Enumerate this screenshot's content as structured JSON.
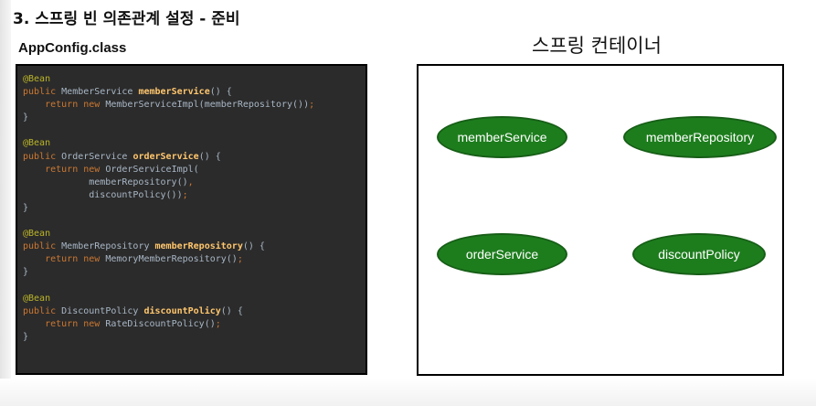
{
  "slide": {
    "title": "3. 스프링 빈 의존관계 설정 - 준비"
  },
  "code": {
    "caption": "AppConfig.class",
    "lines": [
      [
        [
          "ann",
          "@Bean"
        ]
      ],
      [
        [
          "kw",
          "public "
        ],
        [
          "p",
          "MemberService "
        ],
        [
          "fn",
          "memberService"
        ],
        [
          "p",
          "() {"
        ]
      ],
      [
        [
          "p",
          "    "
        ],
        [
          "kw",
          "return new "
        ],
        [
          "p",
          "MemberServiceImpl(memberRepository())"
        ],
        [
          "punc",
          ";"
        ]
      ],
      [
        [
          "p",
          "}"
        ]
      ],
      [
        [
          "p",
          ""
        ]
      ],
      [
        [
          "ann",
          "@Bean"
        ]
      ],
      [
        [
          "kw",
          "public "
        ],
        [
          "p",
          "OrderService "
        ],
        [
          "fn",
          "orderService"
        ],
        [
          "p",
          "() {"
        ]
      ],
      [
        [
          "p",
          "    "
        ],
        [
          "kw",
          "return new "
        ],
        [
          "p",
          "OrderServiceImpl("
        ]
      ],
      [
        [
          "p",
          "            memberRepository()"
        ],
        [
          "punc",
          ","
        ]
      ],
      [
        [
          "p",
          "            discountPolicy())"
        ],
        [
          "punc",
          ";"
        ]
      ],
      [
        [
          "p",
          "}"
        ]
      ],
      [
        [
          "p",
          ""
        ]
      ],
      [
        [
          "ann",
          "@Bean"
        ]
      ],
      [
        [
          "kw",
          "public "
        ],
        [
          "p",
          "MemberRepository "
        ],
        [
          "fn",
          "memberRepository"
        ],
        [
          "p",
          "() {"
        ]
      ],
      [
        [
          "p",
          "    "
        ],
        [
          "kw",
          "return new "
        ],
        [
          "p",
          "MemoryMemberRepository()"
        ],
        [
          "punc",
          ";"
        ]
      ],
      [
        [
          "p",
          "}"
        ]
      ],
      [
        [
          "p",
          ""
        ]
      ],
      [
        [
          "ann",
          "@Bean"
        ]
      ],
      [
        [
          "kw",
          "public "
        ],
        [
          "p",
          "DiscountPolicy "
        ],
        [
          "fn",
          "discountPolicy"
        ],
        [
          "p",
          "() {"
        ]
      ],
      [
        [
          "p",
          "    "
        ],
        [
          "kw",
          "return new "
        ],
        [
          "p",
          "RateDiscountPolicy()"
        ],
        [
          "punc",
          ";"
        ]
      ],
      [
        [
          "p",
          "}"
        ]
      ]
    ]
  },
  "container": {
    "title": "스프링 컨테이너",
    "beans": {
      "member_service": "memberService",
      "member_repository": "memberRepository",
      "order_service": "orderService",
      "discount_policy": "discountPolicy"
    }
  },
  "colors": {
    "bean_fill": "#1d7d1d",
    "code_background": "#2b2b2b"
  }
}
